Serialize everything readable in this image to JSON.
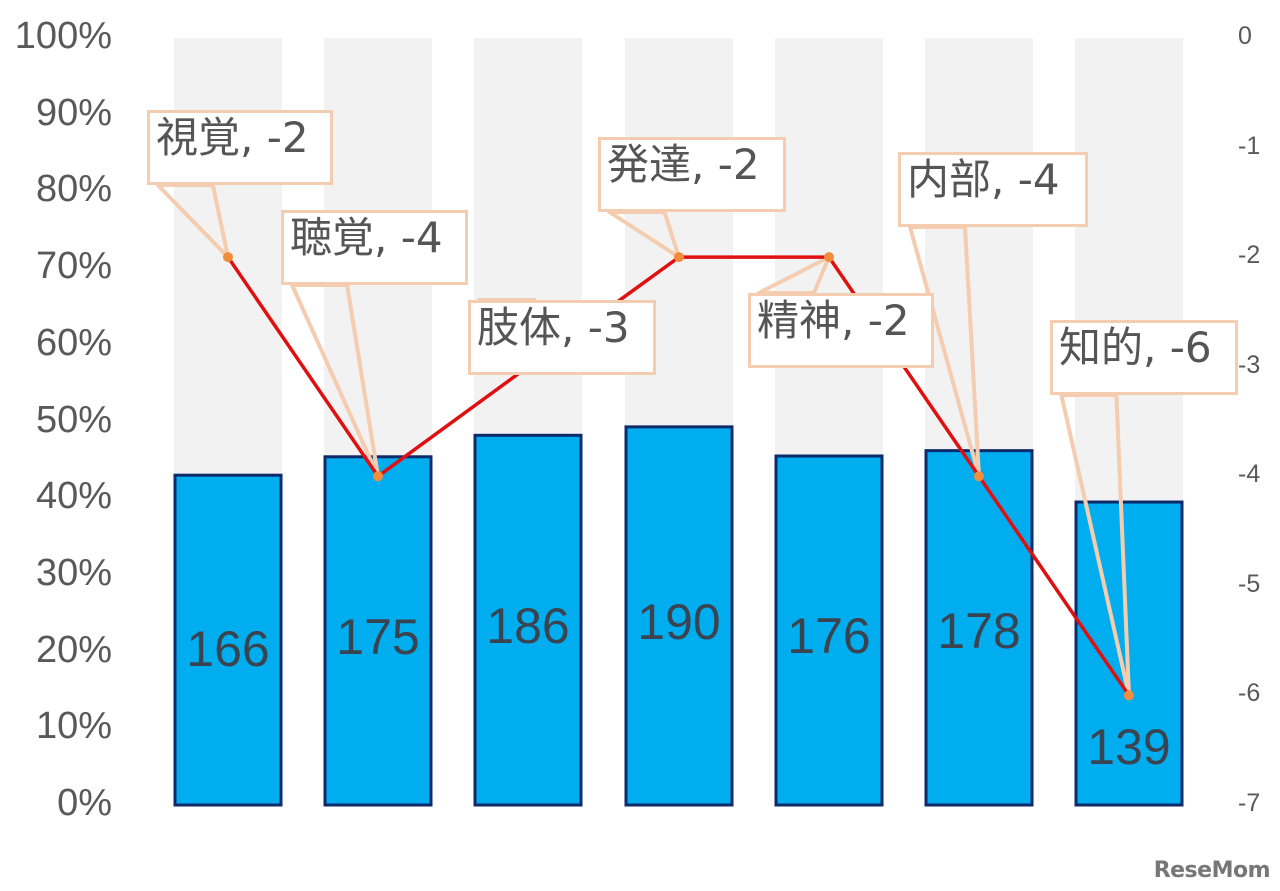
{
  "chart_data": {
    "type": "bar",
    "title": "",
    "xlabel": "",
    "ylabel": "",
    "categories": [
      "視覚",
      "聴覚",
      "肢体",
      "発達",
      "精神",
      "内部",
      "知的"
    ],
    "series": [
      {
        "name": "bar_percent",
        "type": "bar",
        "axis": "left",
        "values": [
          43.0,
          45.4,
          48.2,
          49.3,
          45.5,
          46.2,
          39.5
        ],
        "data_labels": [
          "166",
          "175",
          "186",
          "190",
          "176",
          "178",
          "139"
        ],
        "background_values": [
          100,
          100,
          100,
          100,
          100,
          100,
          100
        ]
      },
      {
        "name": "line_change",
        "type": "line",
        "axis": "right",
        "values": [
          -2,
          -4,
          -3,
          -2,
          -2,
          -4,
          -6
        ],
        "data_labels": [
          "視覚, -2",
          "聴覚, -4",
          "肢体, -3",
          "発達, -2",
          "精神, -2",
          "内部, -4",
          "知的, -6"
        ]
      }
    ],
    "ylim_left": [
      0,
      100
    ],
    "yticks_left": [
      "0%",
      "10%",
      "20%",
      "30%",
      "40%",
      "50%",
      "60%",
      "70%",
      "80%",
      "90%",
      "100%"
    ],
    "ylim_right": [
      -7,
      0
    ],
    "yticks_right": [
      "-7",
      "-6",
      "-5",
      "-4",
      "-3",
      "-2",
      "-1",
      "0"
    ],
    "grid": false,
    "legend": "none",
    "colors": {
      "bar_fill": "#00aeef",
      "bar_border": "#0d2a6b",
      "bar_background": "#f2f2f2",
      "line": "#e01010",
      "marker": "#f08c3c",
      "callout_border": "#f4cdb0",
      "axis_text": "#595959"
    }
  },
  "watermark": "ReseMom"
}
